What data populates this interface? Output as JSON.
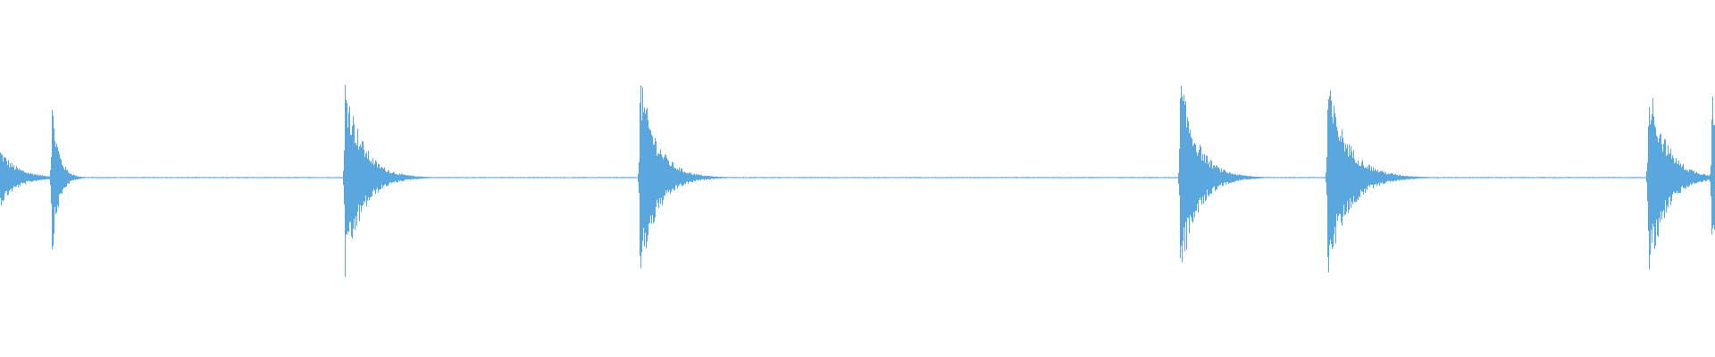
{
  "waveform": {
    "color": "#5aa7e0",
    "background": "#ffffff",
    "baseline_amplitude": 0.006,
    "transients": [
      {
        "time": 0.0,
        "peak": 0.28,
        "decay": 0.01
      },
      {
        "time": 0.03,
        "peak": 0.78,
        "decay": 0.004
      },
      {
        "time": 0.201,
        "peak": 1.0,
        "decay": 0.01
      },
      {
        "time": 0.373,
        "peak": 1.0,
        "decay": 0.01
      },
      {
        "time": 0.688,
        "peak": 1.0,
        "decay": 0.01
      },
      {
        "time": 0.774,
        "peak": 0.95,
        "decay": 0.012
      },
      {
        "time": 0.961,
        "peak": 1.0,
        "decay": 0.01
      },
      {
        "time": 0.998,
        "peak": 0.9,
        "decay": 0.004
      }
    ]
  }
}
